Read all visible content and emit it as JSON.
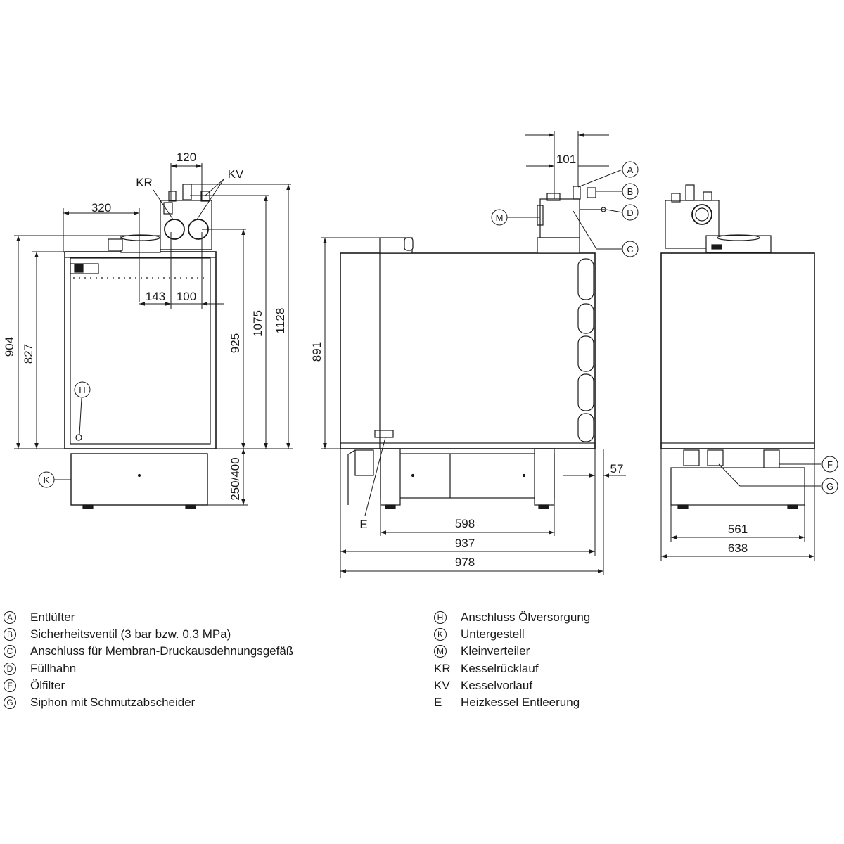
{
  "front_view": {
    "dim_width_top": "120",
    "dim_left": "320",
    "dim_143": "143",
    "dim_100": "100",
    "dim_904": "904",
    "dim_827": "827",
    "dim_925": "925",
    "dim_1075": "1075",
    "dim_1128": "1128",
    "dim_base": "250/400",
    "label_kr": "KR",
    "label_kv": "KV",
    "callout_h": "H",
    "callout_k": "K"
  },
  "side_view": {
    "dim_101": "101",
    "dim_891": "891",
    "dim_598": "598",
    "dim_937": "937",
    "dim_978": "978",
    "dim_57": "57",
    "label_e": "E",
    "callout_a": "A",
    "callout_b": "B",
    "callout_c": "C",
    "callout_d": "D",
    "callout_m": "M"
  },
  "back_view": {
    "dim_561": "561",
    "dim_638": "638",
    "callout_f": "F",
    "callout_g": "G"
  },
  "legend": {
    "left": [
      {
        "key": "A",
        "text": "Entlüfter"
      },
      {
        "key": "B",
        "text": "Sicherheitsventil (3 bar bzw. 0,3 MPa)"
      },
      {
        "key": "C",
        "text": "Anschluss für Membran-Druckausdehnungsgefäß"
      },
      {
        "key": "D",
        "text": "Füllhahn"
      },
      {
        "key": "F",
        "text": "Ölfilter"
      },
      {
        "key": "G",
        "text": "Siphon mit Schmutzabscheider"
      }
    ],
    "right": [
      {
        "key": "H",
        "text": "Anschluss Ölversorgung"
      },
      {
        "key": "K",
        "text": "Untergestell"
      },
      {
        "key": "M",
        "text": "Kleinverteiler"
      },
      {
        "key": "KR",
        "text": "Kesselrücklauf"
      },
      {
        "key": "KV",
        "text": "Kesselvorlauf"
      },
      {
        "key": "E",
        "text": "Heizkessel Entleerung"
      }
    ]
  }
}
